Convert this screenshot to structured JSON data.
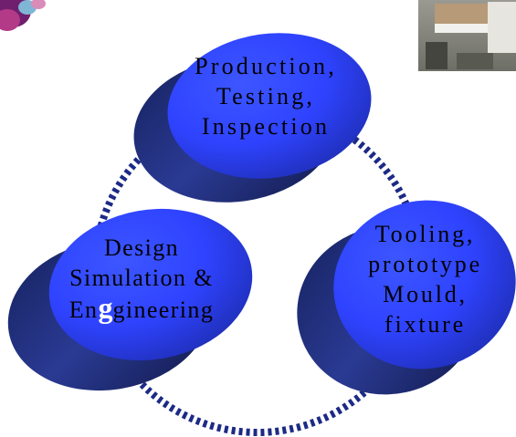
{
  "colors": {
    "disc_face": "#2f43ff",
    "disc_side": "#1e2c80",
    "ring_dots": "#1c2a86",
    "label_text": "#000000",
    "highlight_letter": "#ffffff"
  },
  "nodes": {
    "top": {
      "lines": [
        "Production,",
        "Testing,",
        "Inspection"
      ]
    },
    "left": {
      "lines": [
        "Design",
        "Simulation &"
      ],
      "line3_prefix": "En",
      "line3_highlight": "g",
      "line3_suffix": "gineering"
    },
    "right": {
      "lines": [
        "Tooling,",
        "prototype",
        "Mould,",
        "fixture"
      ]
    }
  },
  "corner_images": {
    "top_left": "partial-colorful-graphic",
    "top_right": "workshop-photo"
  }
}
